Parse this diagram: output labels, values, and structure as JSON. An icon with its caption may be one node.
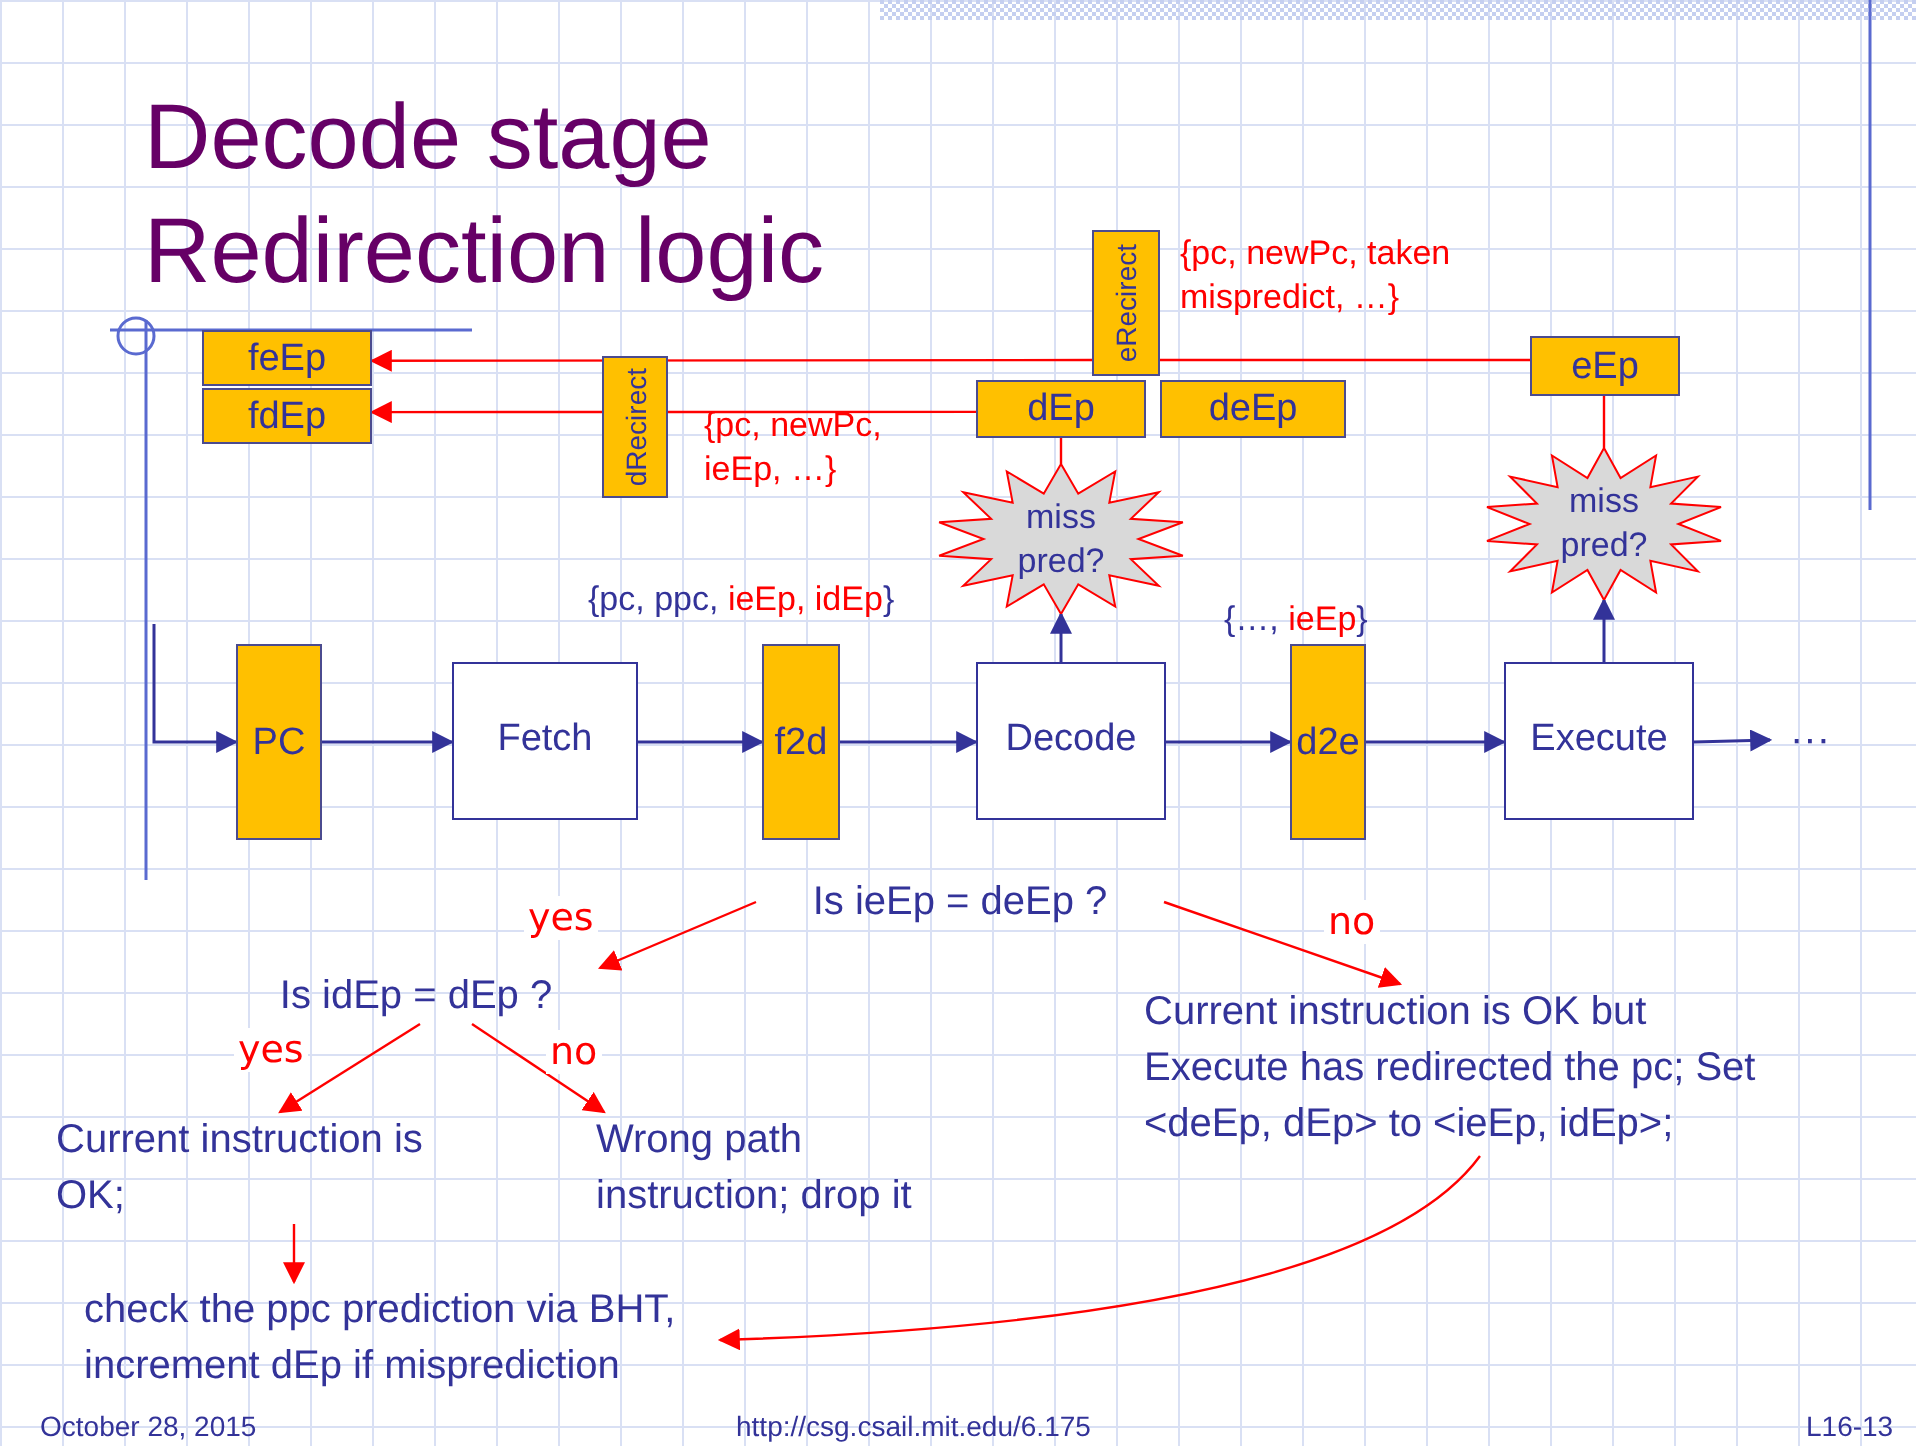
{
  "diagram": {
    "title": "Decode stage Redirection logic",
    "nodes": [
      {
        "text": [
          "feEp"
        ]
      },
      {
        "text": [
          "fdEp"
        ]
      },
      {
        "text": [
          "eRecirect"
        ],
        "beside": [
          "{pc, newPc, taken mispredict, …}"
        ]
      },
      {
        "text": [
          "dRecirect"
        ],
        "beside": [
          "{pc, newPc, ieEp, …}"
        ]
      },
      {
        "text": [
          "dEp"
        ]
      },
      {
        "text": [
          "deEp"
        ]
      },
      {
        "text": [
          "eEp"
        ]
      },
      {
        "text": [
          "miss pred?"
        ]
      },
      {
        "text": [
          "miss pred?"
        ]
      },
      {
        "text": [
          "PC"
        ]
      },
      {
        "text": [
          "Fetch"
        ]
      },
      {
        "text": [
          "f2d"
        ],
        "beside": [
          "{pc, ppc, **ieEp, idEp**}"
        ]
      },
      {
        "text": [
          "Decode"
        ]
      },
      {
        "text": [
          "d2e"
        ],
        "beside": [
          "{…, **ieEp**}"
        ]
      },
      {
        "text": [
          "Execute"
        ]
      },
      {
        "text": [
          "···"
        ]
      },
      {
        "text": [
          "Is ieEp = deEp ?"
        ]
      },
      {
        "text": [
          "Is idEp = dEp ?"
        ]
      },
      {
        "text": [
          "Current instruction is OK but Execute has redirected the pc; Set <deEp, dEp> to <ieEp, idEp>;"
        ]
      },
      {
        "text": [
          "Current instruction is OK;"
        ]
      },
      {
        "text": [
          "Wrong path instruction; drop it"
        ]
      },
      {
        "text": [
          "check the ppc prediction via BHT, increment dEp if misprediction"
        ]
      }
    ],
    "edges": [
      {
        "from": 6,
        "to": 2,
        "arrow": "none"
      },
      {
        "from": 2,
        "to": 0,
        "arrow": "to"
      },
      {
        "from": 4,
        "to": 3,
        "arrow": "none"
      },
      {
        "from": 3,
        "to": 1,
        "arrow": "to"
      },
      {
        "from": 7,
        "to": 4,
        "arrow": "none"
      },
      {
        "from": 12,
        "to": 7,
        "arrow": "to",
        "color": "#333399"
      },
      {
        "from": 8,
        "to": 6,
        "arrow": "none"
      },
      {
        "from": 14,
        "to": 8,
        "arrow": "to",
        "color": "#333399"
      },
      {
        "from": null,
        "to": 9,
        "arrow": "to",
        "color": "#333399"
      },
      {
        "from": 9,
        "to": 10,
        "arrow": "to",
        "color": "#333399"
      },
      {
        "from": 10,
        "to": 11,
        "arrow": "to",
        "color": "#333399"
      },
      {
        "from": 11,
        "to": 12,
        "arrow": "to",
        "color": "#333399"
      },
      {
        "from": 12,
        "to": 13,
        "arrow": "to",
        "color": "#333399"
      },
      {
        "from": 13,
        "to": 14,
        "arrow": "to",
        "color": "#333399"
      },
      {
        "from": 14,
        "to": 15,
        "arrow": "to",
        "color": "#333399"
      },
      {
        "from": 16,
        "to": 17,
        "arrow": "to",
        "label": "yes"
      },
      {
        "from": 16,
        "to": 18,
        "arrow": "to",
        "label": "no"
      },
      {
        "from": 17,
        "to": 19,
        "arrow": "to",
        "label": "yes"
      },
      {
        "from": 17,
        "to": 20,
        "arrow": "to",
        "label": "no"
      },
      {
        "from": 19,
        "to": 21,
        "arrow": "to"
      },
      {
        "from": 18,
        "to": 21,
        "arrow": "to"
      }
    ],
    "labels": [
      "October 28, 2015",
      "http://csg.csail.mit.edu/6.175",
      "L16-13"
    ]
  }
}
